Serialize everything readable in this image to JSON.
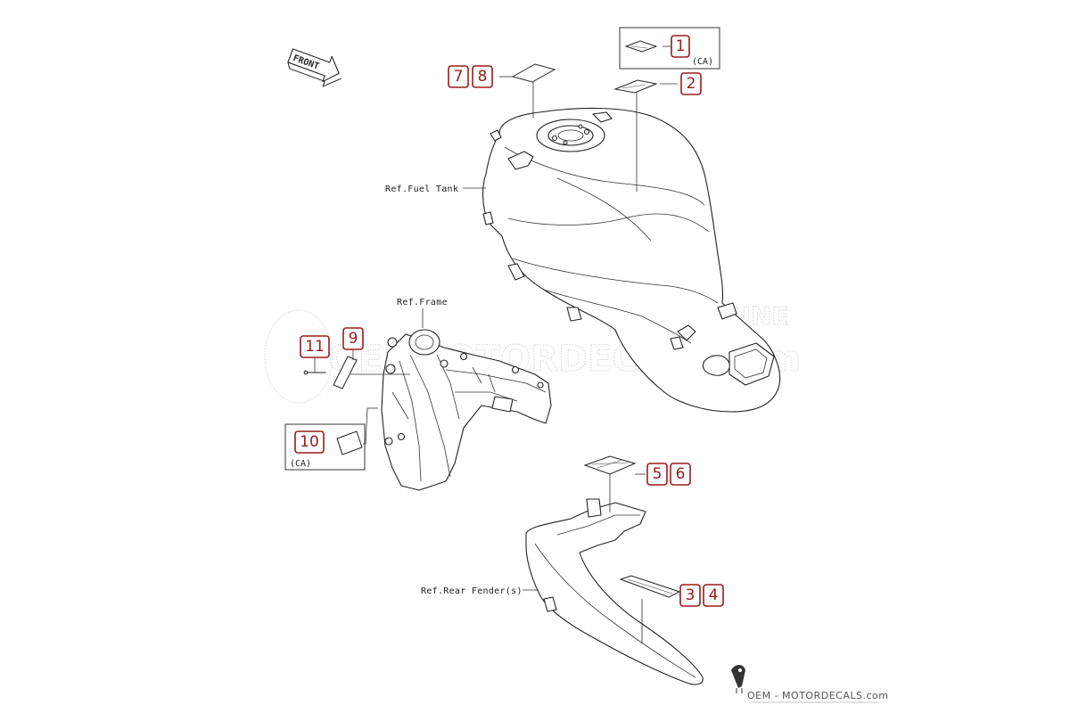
{
  "front_arrow": {
    "label": "FRONT"
  },
  "references": {
    "fuel_tank": "Ref.Fuel Tank",
    "frame": "Ref.Frame",
    "rear_fender": "Ref.Rear Fender(s)"
  },
  "callouts": [
    {
      "id": "1",
      "label": "1"
    },
    {
      "id": "2",
      "label": "2"
    },
    {
      "id": "3",
      "label": "3"
    },
    {
      "id": "4",
      "label": "4"
    },
    {
      "id": "5",
      "label": "5"
    },
    {
      "id": "6",
      "label": "6"
    },
    {
      "id": "7",
      "label": "7"
    },
    {
      "id": "8",
      "label": "8"
    },
    {
      "id": "9",
      "label": "9"
    },
    {
      "id": "10",
      "label": "10"
    },
    {
      "id": "11",
      "label": "11"
    }
  ],
  "ca_notes": {
    "box_1": "(CA)",
    "box_10": "(CA)"
  },
  "watermark": {
    "left": "OEM",
    "middle": "MOTORDECALS",
    "domain": ".com",
    "right": "TUNE"
  },
  "logo": {
    "text": "OEM - MOTORDECALS.com"
  }
}
